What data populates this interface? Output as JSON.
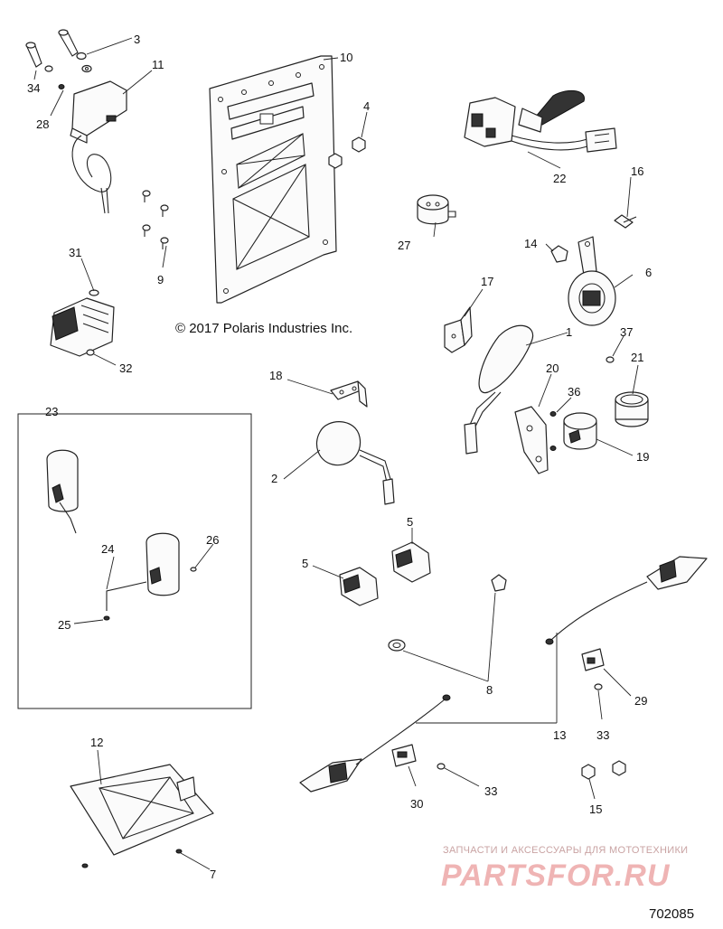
{
  "copyright": "© 2017 Polaris Industries Inc.",
  "figure_number": "702085",
  "watermark": {
    "subtitle": "ЗАПЧАСТИ И АКСЕССУАРЫ ДЛЯ МОТОТЕХНИКИ",
    "brand": "PARTSFOR.RU"
  },
  "callouts": {
    "c1": "1",
    "c2": "2",
    "c3": "3",
    "c4": "4",
    "c5a": "5",
    "c5b": "5",
    "c6": "6",
    "c7": "7",
    "c8": "8",
    "c9": "9",
    "c10": "10",
    "c11": "11",
    "c12": "12",
    "c13": "13",
    "c14": "14",
    "c15": "15",
    "c16": "16",
    "c17": "17",
    "c18": "18",
    "c19": "19",
    "c20": "20",
    "c21": "21",
    "c22": "22",
    "c23": "23",
    "c24": "24",
    "c25": "25",
    "c26": "26",
    "c27": "27",
    "c28": "28",
    "c29": "29",
    "c30": "30",
    "c31": "31",
    "c32": "32",
    "c33a": "33",
    "c33b": "33",
    "c34": "34",
    "c36": "36",
    "c37": "37"
  }
}
